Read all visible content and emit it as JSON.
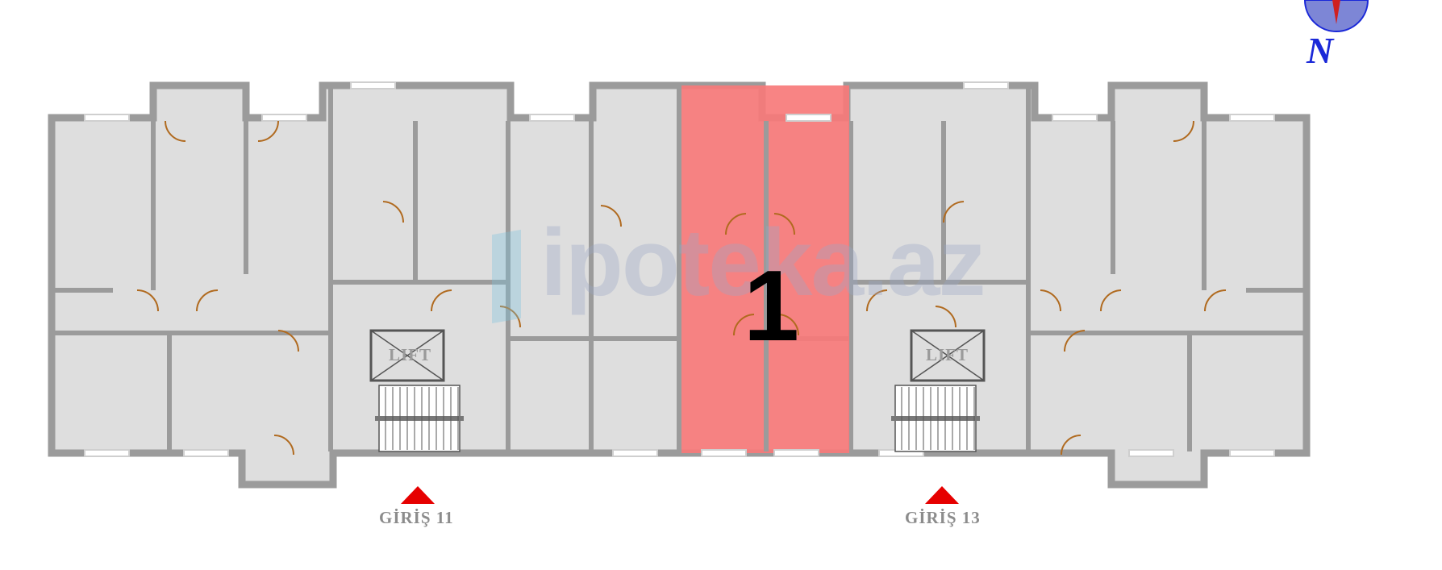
{
  "watermark": {
    "text": "ipoteka.az"
  },
  "highlighted_unit": {
    "number": "1",
    "color": "#f77a7a"
  },
  "compass": {
    "north_label": "N",
    "color": "#1a28d8"
  },
  "entrances": [
    {
      "label": "GİRİŞ  11"
    },
    {
      "label": "GİRİŞ  13"
    }
  ],
  "lifts": [
    {
      "label": "LIFT"
    },
    {
      "label": "LIFT"
    }
  ],
  "colors": {
    "wall": "#9b9b9b",
    "floor": "#dedede",
    "door": "#b06a1f",
    "entrance_marker": "#e60000"
  }
}
